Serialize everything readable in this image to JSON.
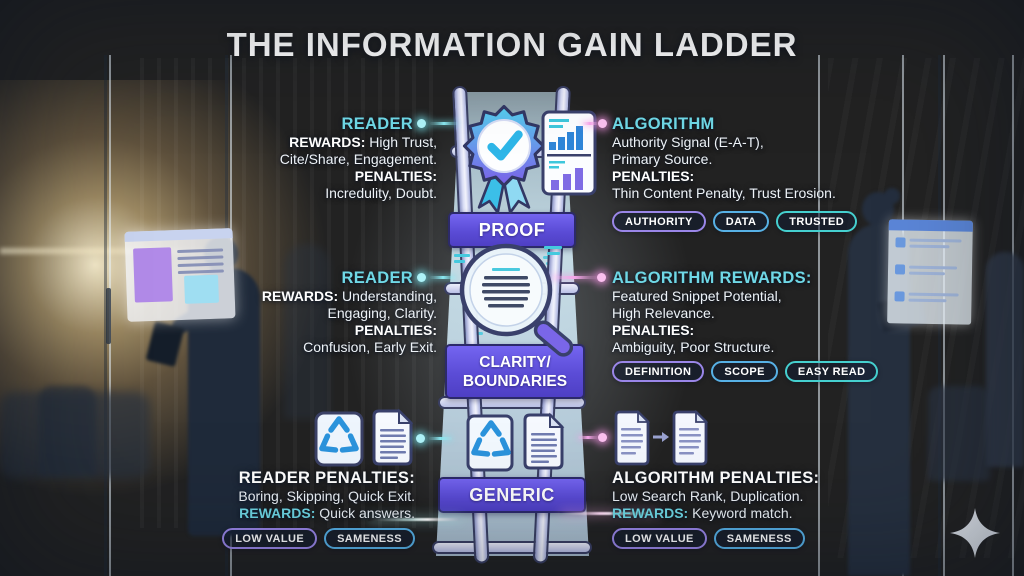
{
  "title": "THE INFORMATION GAIN LADDER",
  "ladder": {
    "levels": [
      {
        "label": "PROOF"
      },
      {
        "label": "CLARITY/",
        "label2": "BOUNDARIES"
      },
      {
        "label": "GENERIC"
      }
    ]
  },
  "rows": [
    {
      "left": {
        "heading": "READER",
        "lines": [
          {
            "b": "REWARDS:",
            "t": " High Trust,"
          },
          {
            "b": "",
            "t": "Cite/Share, Engagement."
          },
          {
            "b": "PENALTIES:",
            "t": ""
          },
          {
            "b": "",
            "t": "Incredulity, Doubt."
          }
        ]
      },
      "right": {
        "heading": "ALGORITHM",
        "lines": [
          {
            "b": "",
            "t": "Authority Signal (E-A-T),"
          },
          {
            "b": "",
            "t": "Primary Source."
          },
          {
            "b": "PENALTIES:",
            "t": ""
          },
          {
            "b": "",
            "t": "Thin Content Penalty, Trust Erosion."
          }
        ],
        "pills": [
          {
            "label": "AUTHORITY",
            "color": "purple"
          },
          {
            "label": "DATA",
            "color": "blue"
          },
          {
            "label": "TRUSTED",
            "color": "teal"
          }
        ]
      }
    },
    {
      "left": {
        "heading": "READER",
        "lines": [
          {
            "b": "REWARDS:",
            "t": " Understanding,"
          },
          {
            "b": "",
            "t": "Engaging, Clarity."
          },
          {
            "b": "PENALTIES:",
            "t": ""
          },
          {
            "b": "",
            "t": "Confusion, Early Exit."
          }
        ]
      },
      "right": {
        "heading": "ALGORITHM REWARDS:",
        "lines": [
          {
            "b": "",
            "t": "Featured Snippet Potential,"
          },
          {
            "b": "",
            "t": "High Relevance."
          },
          {
            "b": "PENALTIES:",
            "t": ""
          },
          {
            "b": "",
            "t": "Ambiguity, Poor Structure."
          }
        ],
        "pills": [
          {
            "label": "DEFINITION",
            "color": "purple"
          },
          {
            "label": "SCOPE",
            "color": "blue"
          },
          {
            "label": "EASY READ",
            "color": "teal"
          }
        ]
      }
    },
    {
      "left": {
        "heading": "READER PENALTIES:",
        "lines": [
          {
            "b": "",
            "t": "Boring, Skipping, Quick Exit."
          },
          {
            "b": "REWARDS:",
            "t": " Quick answers."
          }
        ],
        "pills": [
          {
            "label": "LOW VALUE",
            "color": "purple"
          },
          {
            "label": "SAMENESS",
            "color": "blue"
          }
        ]
      },
      "right": {
        "heading": "ALGORITHM PENALTIES:",
        "lines": [
          {
            "b": "",
            "t": "Low Search Rank, Duplication."
          },
          {
            "b": "REWARDS:",
            "t": " Keyword match."
          }
        ],
        "pills": [
          {
            "label": "LOW VALUE",
            "color": "purple"
          },
          {
            "label": "SAMENESS",
            "color": "blue"
          }
        ]
      }
    }
  ],
  "icons": {
    "badge-check-icon": "rosette badge with checkmark ✓",
    "bar-chart-doc-icon": "document with bar charts",
    "magnifier-icon": "magnifying glass over text",
    "recycle-doc-icon": "document with recycle symbol ♻",
    "lined-doc-icon": "text document",
    "duplicate-docs-icon": "two documents →",
    "sparkle-icon": "✦"
  },
  "colors": {
    "accent-cyan": "#6fd8e6",
    "accent-pink": "#f49ae0",
    "banner-purple": "#5b4cd6",
    "pill-purple": "#9a86e8",
    "pill-blue": "#57b1e6",
    "pill-teal": "#45d0cf",
    "text-light": "#eef3f8"
  }
}
